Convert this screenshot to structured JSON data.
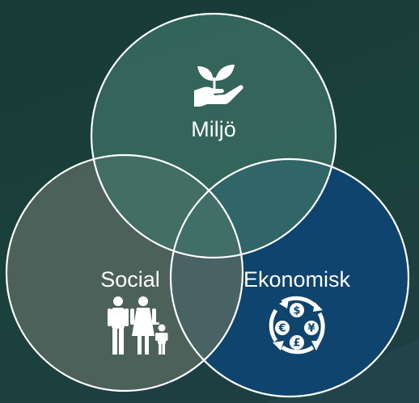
{
  "diagram": {
    "type": "venn",
    "circles": [
      {
        "id": "miljo",
        "label": "Miljö",
        "icon": "hand-plant-icon",
        "fill": "#3d6b5f"
      },
      {
        "id": "social",
        "label": "Social",
        "icon": "family-icon",
        "fill": "#50605a"
      },
      {
        "id": "ekonomisk",
        "label": "Ekonomisk",
        "icon": "currency-exchange-icon",
        "fill": "#0e4570"
      }
    ],
    "outline_color": "#ffffff",
    "background": "#1a3d38"
  }
}
